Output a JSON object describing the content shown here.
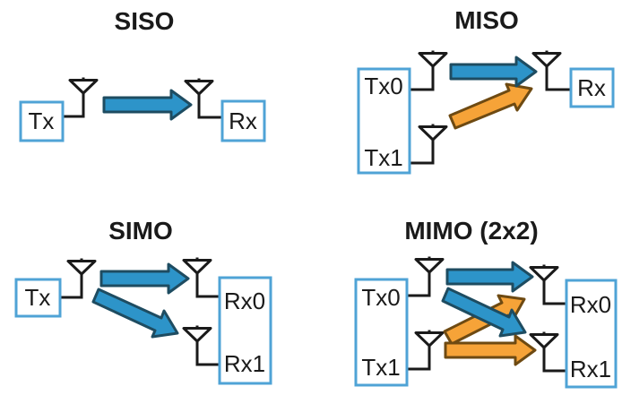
{
  "colors": {
    "blue": "#2D94C9",
    "blue-outline": "#1E4C61",
    "orange": "#F6A338",
    "orange-outline": "#6E4A12",
    "box-border": "#4FA3D6",
    "ink": "#1a1a1a"
  },
  "panels": {
    "siso": {
      "title": "SISO",
      "tx": "Tx",
      "rx": "Rx",
      "links": [
        {
          "from": "Tx",
          "to": "Rx",
          "color": "blue"
        }
      ]
    },
    "miso": {
      "title": "MISO",
      "tx0": "Tx0",
      "tx1": "Tx1",
      "rx": "Rx",
      "links": [
        {
          "from": "Tx0",
          "to": "Rx",
          "color": "blue"
        },
        {
          "from": "Tx1",
          "to": "Rx",
          "color": "orange"
        }
      ]
    },
    "simo": {
      "title": "SIMO",
      "tx": "Tx",
      "rx0": "Rx0",
      "rx1": "Rx1",
      "links": [
        {
          "from": "Tx",
          "to": "Rx0",
          "color": "blue"
        },
        {
          "from": "Tx",
          "to": "Rx1",
          "color": "blue"
        }
      ]
    },
    "mimo": {
      "title": "MIMO (2x2)",
      "tx0": "Tx0",
      "tx1": "Tx1",
      "rx0": "Rx0",
      "rx1": "Rx1",
      "links": [
        {
          "from": "Tx0",
          "to": "Rx0",
          "color": "blue"
        },
        {
          "from": "Tx0",
          "to": "Rx1",
          "color": "blue"
        },
        {
          "from": "Tx1",
          "to": "Rx0",
          "color": "orange"
        },
        {
          "from": "Tx1",
          "to": "Rx1",
          "color": "orange"
        }
      ]
    }
  }
}
